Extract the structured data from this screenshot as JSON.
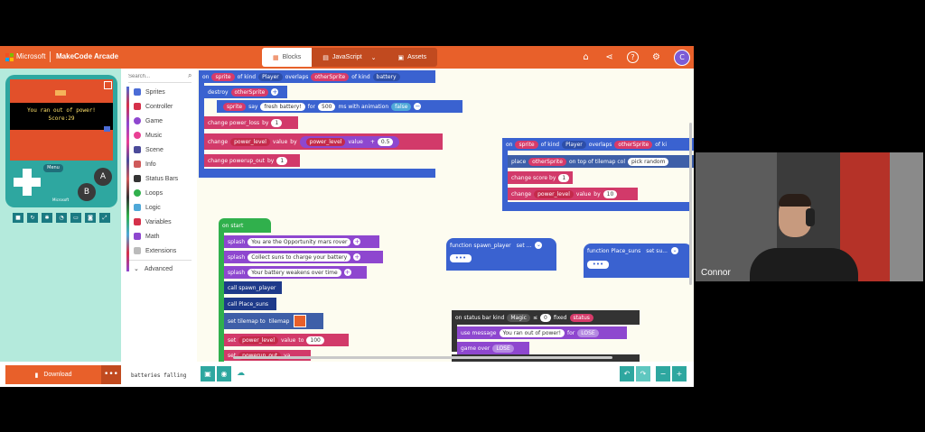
{
  "app": {
    "brand_ms": "Microsoft",
    "brand_product": "MakeCode Arcade",
    "tabs": [
      {
        "label": "Blocks",
        "icon": "blocks-icon"
      },
      {
        "label": "JavaScript",
        "icon": "code-icon"
      },
      {
        "label": "Assets",
        "icon": "folder-icon"
      }
    ],
    "avatar_letter": "C",
    "accent": "#e8602a"
  },
  "simulator": {
    "screen_line1": "You ran out of power!",
    "screen_line2": "Score:29",
    "menu_label": "Menu",
    "button_a": "A",
    "button_b": "B",
    "logo": "Microsoft"
  },
  "toolbox": {
    "search_placeholder": "Search...",
    "categories": [
      {
        "label": "Sprites",
        "color": "#4b6cd6"
      },
      {
        "label": "Controller",
        "color": "#d5304a"
      },
      {
        "label": "Game",
        "color": "#8e47cf"
      },
      {
        "label": "Music",
        "color": "#e94094"
      },
      {
        "label": "Scene",
        "color": "#4b4b9a"
      },
      {
        "label": "Info",
        "color": "#cf5a5a"
      },
      {
        "label": "Status Bars",
        "color": "#333333"
      },
      {
        "label": "Loops",
        "color": "#30b04c"
      },
      {
        "label": "Logic",
        "color": "#4fa8d8"
      },
      {
        "label": "Variables",
        "color": "#d5304a"
      },
      {
        "label": "Math",
        "color": "#8e47cf"
      },
      {
        "label": "Extensions",
        "color": "#888888"
      },
      {
        "label": "Advanced",
        "color": "#444444"
      }
    ]
  },
  "blocks": {
    "overlap1": {
      "on": "on",
      "sprite": "sprite",
      "of_kind": "of kind",
      "player": "Player",
      "overlaps": "overlaps",
      "other": "otherSprite",
      "of_kind2": "of kind",
      "battery": "battery"
    },
    "destroy": {
      "text": "destroy",
      "var": "otherSprite"
    },
    "say": {
      "sprite": "sprite",
      "say": "say",
      "msg": "fresh battery!",
      "for": "for",
      "ms": "500",
      "anim": "ms with animation",
      "val": "false"
    },
    "power_loss": {
      "text": "change power_loss",
      "by": "by",
      "val": "1"
    },
    "power_level": {
      "text": "change",
      "var": "power_level",
      "value": "value",
      "by": "by",
      "v2": "power_level",
      "val2": "value",
      "op": "+",
      "num": "0.5"
    },
    "powerup_out": {
      "text": "change powerup_out",
      "by": "by",
      "val": "1"
    },
    "overlap2": {
      "on": "on",
      "sprite": "sprite",
      "of_kind": "of kind",
      "player": "Player",
      "overlaps": "overlaps",
      "other": "otherSprite",
      "of_kind2": "of ki"
    },
    "place": {
      "text": "place",
      "var": "otherSprite",
      "rest": "on top of tilemap col",
      "pick": "pick random"
    },
    "score": {
      "text": "change score by",
      "val": "1"
    },
    "pl2": {
      "text": "change",
      "var": "power_level",
      "value": "value",
      "by": "by",
      "val": "10"
    },
    "on_start": "on start",
    "splash1": {
      "text": "splash",
      "msg": "You are the Opportunity mars rover"
    },
    "splash2": {
      "text": "splash",
      "msg": "Collect suns to charge your battery"
    },
    "splash3": {
      "text": "splash",
      "msg": "Your battery weakens over time"
    },
    "call1": "call spawn_player",
    "call2": "call Place_suns",
    "settile": {
      "text": "set tilemap to",
      "tm": "tilemap"
    },
    "setpl": {
      "text": "set",
      "var": "power_level",
      "value": "value",
      "to": "to",
      "val": "100"
    },
    "setpo": {
      "text": "set",
      "var": "powerup_out",
      "value": "va"
    },
    "func1": {
      "text": "function spawn_player",
      "set": "set ..."
    },
    "func2": {
      "text": "function Place_suns",
      "set": "set su..."
    },
    "status": {
      "on": "on status bar kind",
      "kind": "Magic",
      "op": "≤",
      "val": "0",
      "fixed": "fixed",
      "status": "status"
    },
    "usemsg": {
      "text": "use message",
      "msg": "You ran out of power!",
      "for": "for",
      "val": "LOSE"
    },
    "gameover": {
      "text": "game over",
      "val": "LOSE"
    }
  },
  "footer": {
    "download_label": "Download",
    "project_name": "batteries falling"
  },
  "webcam": {
    "participant_name": "Connor"
  }
}
